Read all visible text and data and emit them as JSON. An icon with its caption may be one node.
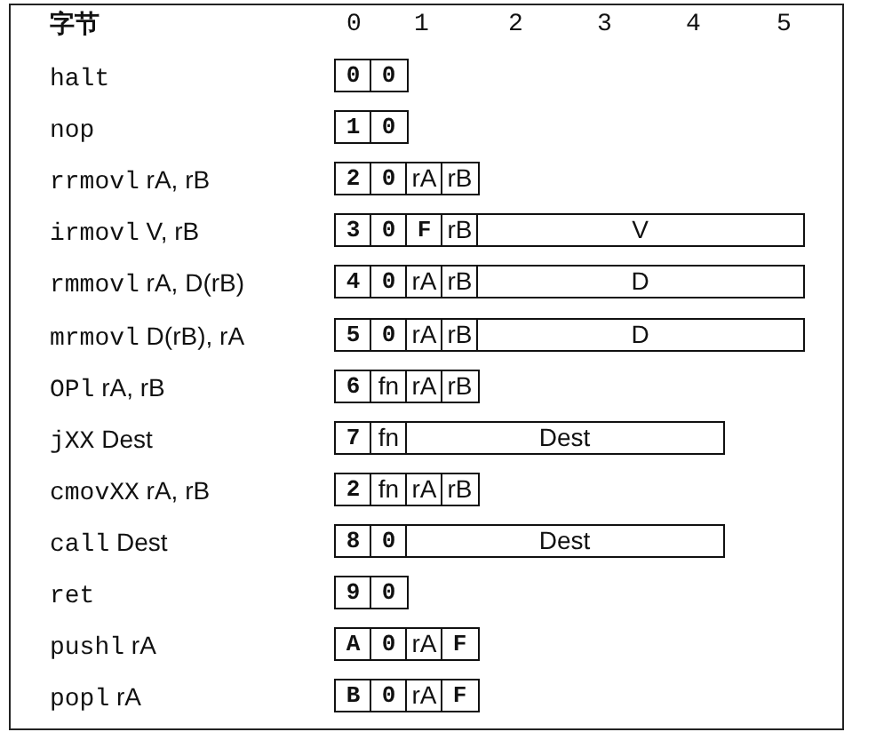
{
  "diagram": {
    "nodes": [
      {
        "text": [
          "0"
        ]
      },
      {
        "text": [
          "0"
        ]
      },
      {
        "text": [
          "1"
        ]
      },
      {
        "text": [
          "0"
        ]
      },
      {
        "text": [
          "2"
        ]
      },
      {
        "text": [
          "0"
        ]
      },
      {
        "text": [
          "rA"
        ]
      },
      {
        "text": [
          "rB"
        ]
      },
      {
        "text": [
          "3"
        ]
      },
      {
        "text": [
          "0"
        ]
      },
      {
        "text": [
          "F"
        ]
      },
      {
        "text": [
          "rB"
        ]
      },
      {
        "text": [
          "V"
        ]
      },
      {
        "text": [
          "4"
        ]
      },
      {
        "text": [
          "0"
        ]
      },
      {
        "text": [
          "rA"
        ]
      },
      {
        "text": [
          "rB"
        ]
      },
      {
        "text": [
          "D"
        ]
      },
      {
        "text": [
          "5"
        ]
      },
      {
        "text": [
          "0"
        ]
      },
      {
        "text": [
          "rA"
        ]
      },
      {
        "text": [
          "rB"
        ]
      },
      {
        "text": [
          "D"
        ]
      },
      {
        "text": [
          "6"
        ]
      },
      {
        "text": [
          "fn"
        ]
      },
      {
        "text": [
          "rA"
        ]
      },
      {
        "text": [
          "rB"
        ]
      },
      {
        "text": [
          "7"
        ]
      },
      {
        "text": [
          "fn"
        ]
      },
      {
        "text": [
          "Dest"
        ]
      },
      {
        "text": [
          "2"
        ]
      },
      {
        "text": [
          "fn"
        ]
      },
      {
        "text": [
          "rA"
        ]
      },
      {
        "text": [
          "rB"
        ]
      },
      {
        "text": [
          "8"
        ]
      },
      {
        "text": [
          "0"
        ]
      },
      {
        "text": [
          "Dest"
        ]
      },
      {
        "text": [
          "9"
        ]
      },
      {
        "text": [
          "0"
        ]
      },
      {
        "text": [
          "A"
        ]
      },
      {
        "text": [
          "0"
        ]
      },
      {
        "text": [
          "rA"
        ]
      },
      {
        "text": [
          "F"
        ]
      },
      {
        "text": [
          "B"
        ]
      },
      {
        "text": [
          "0"
        ]
      },
      {
        "text": [
          "rA"
        ]
      },
      {
        "text": [
          "F"
        ]
      }
    ],
    "labels": [
      "字节",
      "0",
      "1",
      "2",
      "3",
      "4",
      "5",
      "halt",
      "nop",
      "rrmovl rA, rB",
      "irmovl V, rB",
      "rmmovl rA, D(rB)",
      "mrmovl D(rB), rA",
      "OPl rA, rB",
      "jXX Dest",
      "cmovXX rA, rB",
      "call Dest",
      "ret",
      "pushl rA",
      "popl rA"
    ]
  }
}
